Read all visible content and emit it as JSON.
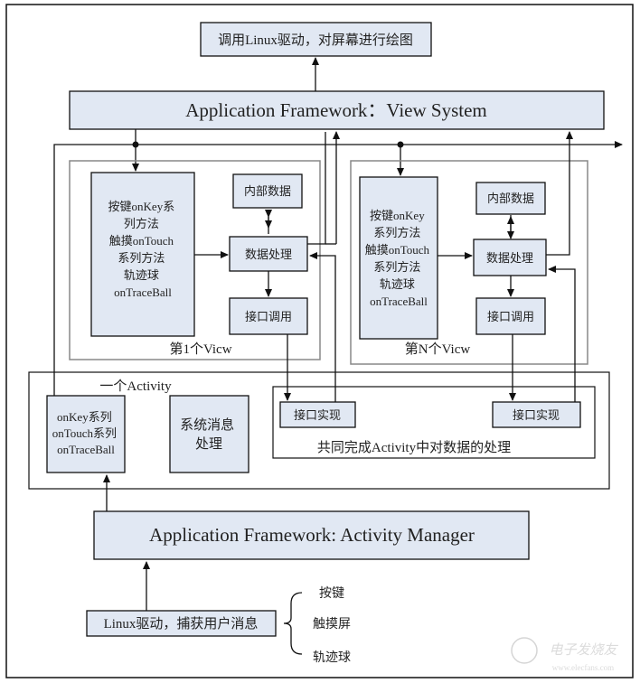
{
  "top_box": "调用Linux驱动，对屏幕进行绘图",
  "view_system": "Application Framework：View System",
  "view1": {
    "methods": [
      "按键onKey系",
      "列方法",
      "触摸onTouch",
      "系列方法",
      "轨迹球",
      "onTraceBall"
    ],
    "internal_data": "内部数据",
    "data_processing": "数据处理",
    "interface_call": "接口调用",
    "label": "第1个Vicw"
  },
  "viewN": {
    "methods": [
      "按键onKey",
      "系列方法",
      "触摸onTouch",
      "系列方法",
      "轨迹球",
      "onTraceBall"
    ],
    "internal_data": "内部数据",
    "data_processing": "数据处理",
    "interface_call": "接口调用",
    "label": "第N个Vicw"
  },
  "activity": {
    "label": "一个Activity",
    "callbacks": [
      "onKey系列",
      "onTouch系列",
      "onTraceBall"
    ],
    "system_msg": [
      "系统消息",
      "处理"
    ],
    "impl1": "接口实现",
    "impl2": "接口实现",
    "group_label": "共同完成Activity中对数据的处理"
  },
  "activity_manager": "Application Framework: Activity Manager",
  "linux_input": "Linux驱动，捕获用户消息",
  "inputs": [
    "按键",
    "触摸屏",
    "轨迹球"
  ],
  "watermark": "电子发烧友 www.elecfans.com",
  "colors": {
    "box_fill": "#e1e8f3",
    "line": "#111111",
    "frame": "#888888"
  }
}
